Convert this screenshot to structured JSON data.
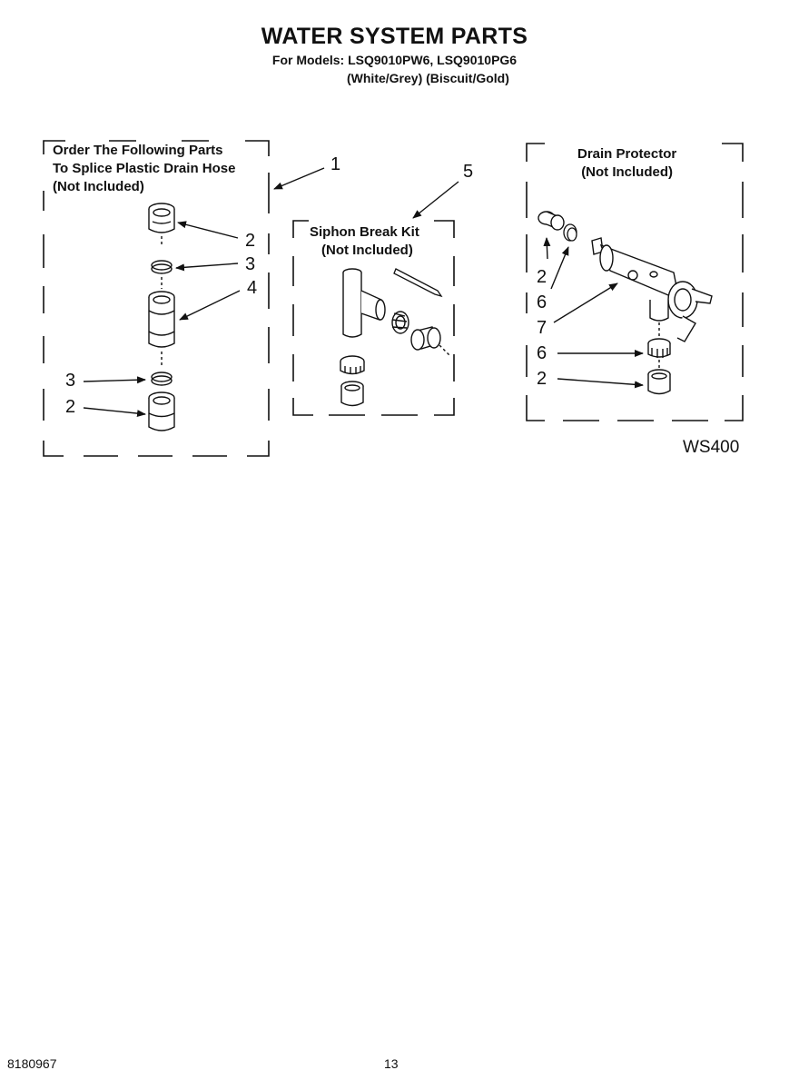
{
  "header": {
    "title": "WATER SYSTEM PARTS",
    "models_line": "For Models: LSQ9010PW6, LSQ9010PG6",
    "colors_line": "(White/Grey) (Biscuit/Gold)"
  },
  "boxes": {
    "splice": {
      "line1": "Order The Following Parts",
      "line2": "To Splice Plastic Drain Hose",
      "line3": "(Not Included)"
    },
    "siphon": {
      "line1": "Siphon Break Kit",
      "line2": "(Not Included)"
    },
    "drain": {
      "line1": "Drain Protector",
      "line2": "(Not Included)"
    }
  },
  "callouts": {
    "c1": "1",
    "c5": "5",
    "splice_2a": "2",
    "splice_3a": "3",
    "splice_4": "4",
    "splice_3b": "3",
    "splice_2b": "2",
    "drain_2a": "2",
    "drain_6a": "6",
    "drain_7": "7",
    "drain_6b": "6",
    "drain_2b": "2"
  },
  "diagram_code": "WS400",
  "footer": {
    "doc_number": "8180967",
    "page_number": "13"
  }
}
